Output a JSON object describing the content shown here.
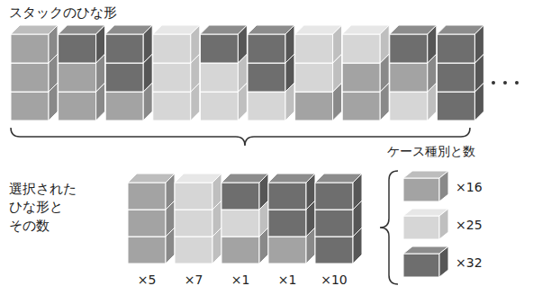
{
  "diagram": {
    "title": "スタックのひな形",
    "labels": [
      "選択された ひな形と その数",
      "×5",
      "×7",
      "×1",
      "×1",
      "×10",
      "ケース種別と数",
      "×16",
      "×25",
      "×32"
    ]
  }
}
